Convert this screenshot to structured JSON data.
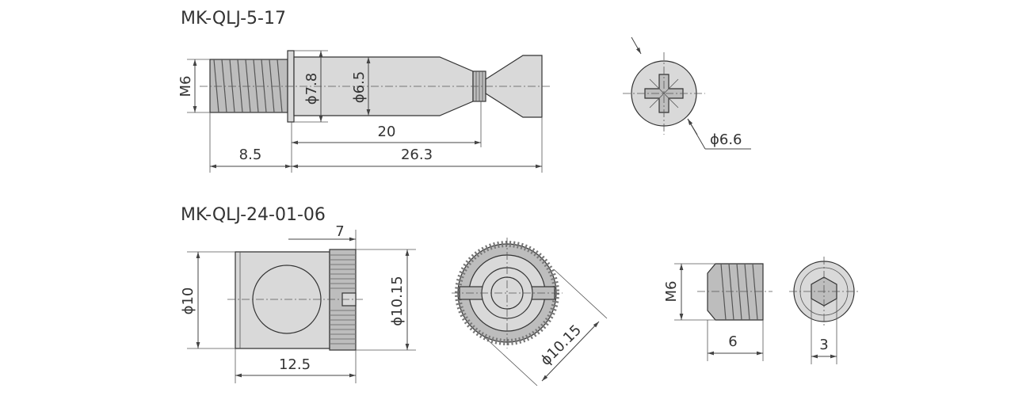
{
  "parts": {
    "bolt": {
      "title": "MK-QLJ-5-17",
      "dims": {
        "thread": "M6",
        "collar_diameter": "ϕ7.8",
        "shank_diameter": "ϕ6.5",
        "shank_length": "20",
        "thread_length": "8.5",
        "overall_length": "26.3",
        "head_diameter": "ϕ6.6"
      }
    },
    "cam_nut": {
      "title": "MK-QLJ-24-01-06",
      "dims": {
        "knurl_width": "7",
        "body_diameter": "ϕ10",
        "knurl_diameter": "ϕ10.15",
        "length": "12.5",
        "end_diameter": "ϕ10.15"
      }
    },
    "insert": {
      "dims": {
        "thread": "M6",
        "length": "6",
        "hex_size": "3"
      }
    }
  }
}
